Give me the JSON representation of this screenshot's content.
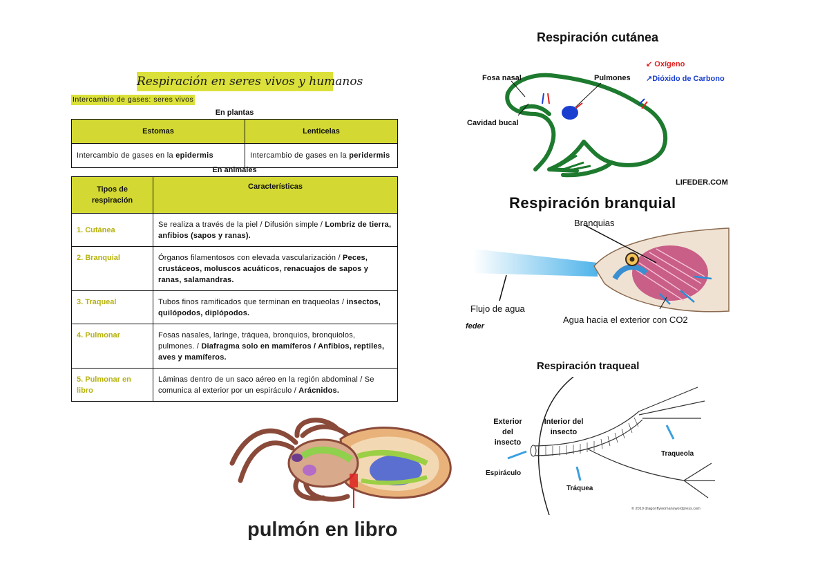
{
  "doc": {
    "title": "Respiración en seres vivos y humanos",
    "subtitle": "Intercambio de gases: seres vivos",
    "plants_label": "En plantas",
    "animals_label": "En animales"
  },
  "plants_table": {
    "headers": [
      "Estomas",
      "Lenticelas"
    ],
    "row": [
      {
        "pre": "Intercambio de gases en la ",
        "bold": "epidermis"
      },
      {
        "pre": "Intercambio de gases en la ",
        "bold": "peridermis"
      }
    ]
  },
  "animals_table": {
    "headers": [
      "Tipos de respiración",
      "Características"
    ],
    "rows": [
      {
        "type": "1. Cutánea",
        "text": "Se realiza a través de la piel / Difusión simple / ",
        "bold": "Lombriz de tierra, anfibios (sapos y ranas)."
      },
      {
        "type": "2. Branquial",
        "text": "Órganos filamentosos con elevada vascularización / ",
        "bold": "Peces, crustáceos, moluscos acuáticos, renacuajos de sapos y ranas, salamandras."
      },
      {
        "type": "3. Traqueal",
        "text": "Tubos finos ramificados que terminan en traqueolas / ",
        "bold": "insectos, quilópodos, diplópodos."
      },
      {
        "type": "4. Pulmonar",
        "text": "Fosas nasales, laringe, tráquea, bronquios, bronquiolos, pulmones. / ",
        "bold": "Diafragma solo en mamíferos / Anfibios, reptiles, aves y mamíferos."
      },
      {
        "type": "5. Pulmonar en libro",
        "text": "Láminas dentro de un saco aéreo en la región abdominal / Se comunica al exterior por un espiráculo / ",
        "bold": "Arácnidos."
      }
    ]
  },
  "frog": {
    "title": "Respiración cutánea",
    "fosa_nasal": "Fosa nasal",
    "pulmones": "Pulmones",
    "cavidad_bucal": "Cavidad bucal",
    "oxigeno": "Oxígeno",
    "dioxido": "Dióxido de Carbono",
    "credit": "LIFEDER.COM"
  },
  "fish": {
    "title": "Respiración branquial",
    "branquias": "Branquias",
    "flujo": "Flujo de agua",
    "agua": "Agua hacia el exterior con CO2",
    "credit": "feder"
  },
  "insect": {
    "title": "Respiración traqueal",
    "exterior": "Exterior del insecto",
    "interior": "Interior del insecto",
    "traqueola": "Traqueola",
    "espiraculo": "Espiráculo",
    "traquea": "Tráquea",
    "credit": "© 2010 dragonflywomanswordpress.com"
  },
  "spider": {
    "caption": "pulmón en libro"
  },
  "colors": {
    "highlight": "#dbe13a",
    "header": "#d3d932",
    "type_text": "#b6b20d",
    "frog_green": "#1d7a2e",
    "arrow_blue": "#3aa0e0",
    "oxygen_red": "#e02020",
    "co2_blue": "#1a3fd0"
  }
}
